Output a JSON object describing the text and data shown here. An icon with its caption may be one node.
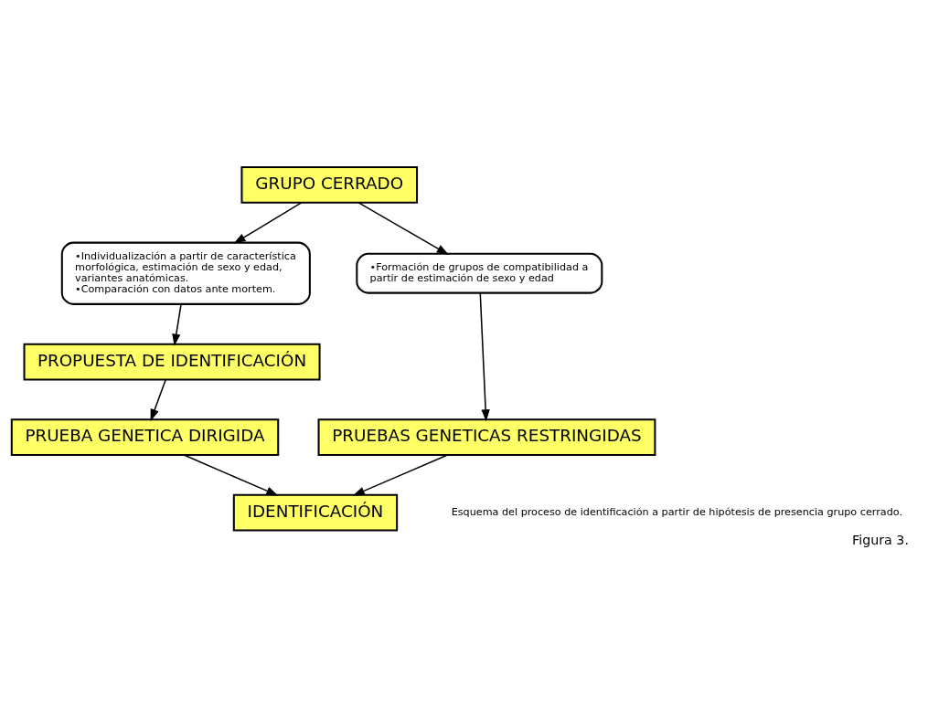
{
  "diagram": {
    "caption": "Figura 3.",
    "nodes": [
      {
        "text": [
          "GRUPO CERRADO"
        ]
      },
      {
        "text": [
          "•Individualización a partir de característica morfológica, estimación de sexo y edad, variantes anatómicas.",
          "•Comparación con datos ante mortem."
        ]
      },
      {
        "text": [
          "•Formación de grupos de compatibilidad a partir de estimación de sexo y edad"
        ]
      },
      {
        "text": [
          "PROPUESTA DE IDENTIFICACIÓN"
        ]
      },
      {
        "text": [
          "PRUEBA GENETICA DIRIGIDA"
        ]
      },
      {
        "text": [
          "PRUEBAS GENETICAS RESTRINGIDAS"
        ]
      },
      {
        "text": [
          "IDENTIFICACIÓN"
        ]
      }
    ],
    "edges": [
      {
        "from": 0,
        "to": 1,
        "arrow": "to"
      },
      {
        "from": 0,
        "to": 2,
        "arrow": "to"
      },
      {
        "from": 1,
        "to": 3,
        "arrow": "to"
      },
      {
        "from": 3,
        "to": 4,
        "arrow": "to"
      },
      {
        "from": 2,
        "to": 5,
        "arrow": "to"
      },
      {
        "from": 4,
        "to": 6,
        "arrow": "to"
      },
      {
        "from": 5,
        "to": 6,
        "arrow": "to"
      }
    ],
    "labels": [
      "Esquema del proceso de identificación a partir de hipótesis de presencia grupo cerrado."
    ]
  }
}
